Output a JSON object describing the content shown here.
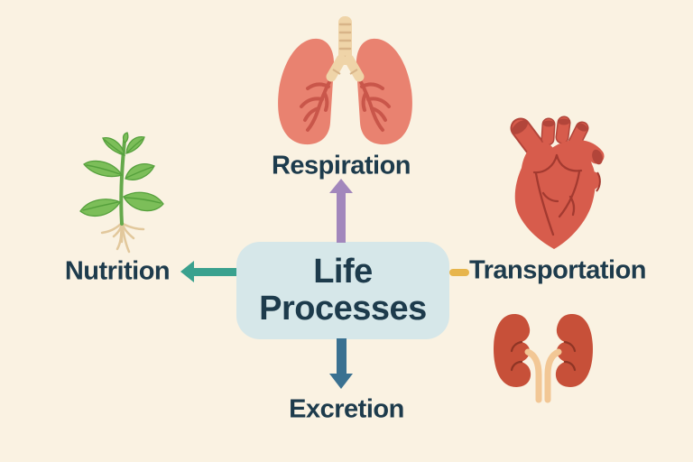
{
  "diagram": {
    "title": "Life Processes",
    "center": {
      "label_line1": "Life",
      "label_line2": "Processes"
    },
    "nodes": [
      {
        "id": "respiration",
        "label": "Respiration",
        "position": "top",
        "illustration": "lungs",
        "connector_color": "#a287bc"
      },
      {
        "id": "transportation",
        "label": "Transportation",
        "position": "right",
        "illustration": "heart",
        "connector_color": "#e7b54c"
      },
      {
        "id": "excretion",
        "label": "Excretion",
        "position": "bottom",
        "illustration": "kidneys",
        "connector_color": "#3a7191"
      },
      {
        "id": "nutrition",
        "label": "Nutrition",
        "position": "left",
        "illustration": "plant",
        "connector_color": "#3aa18e"
      }
    ],
    "colors": {
      "background": "#faf2e2",
      "center_box": "#d6e7e9",
      "text": "#1d3b4c",
      "arrow_top": "#a287bc",
      "arrow_left": "#3aa18e",
      "arrow_bottom": "#3a7191",
      "connector_right": "#e7b54c",
      "lungs": "#e98270",
      "bronchi": "#c9564a",
      "trachea": "#efd4a8",
      "heart": "#d75c4c",
      "heart_lines": "#a33a30",
      "kidneys": "#c75039",
      "ureters": "#f2c795",
      "leaves": "#7cbe59",
      "leaf_veins": "#55a03c",
      "stem": "#65a94b",
      "roots": "#e2c89c"
    }
  }
}
